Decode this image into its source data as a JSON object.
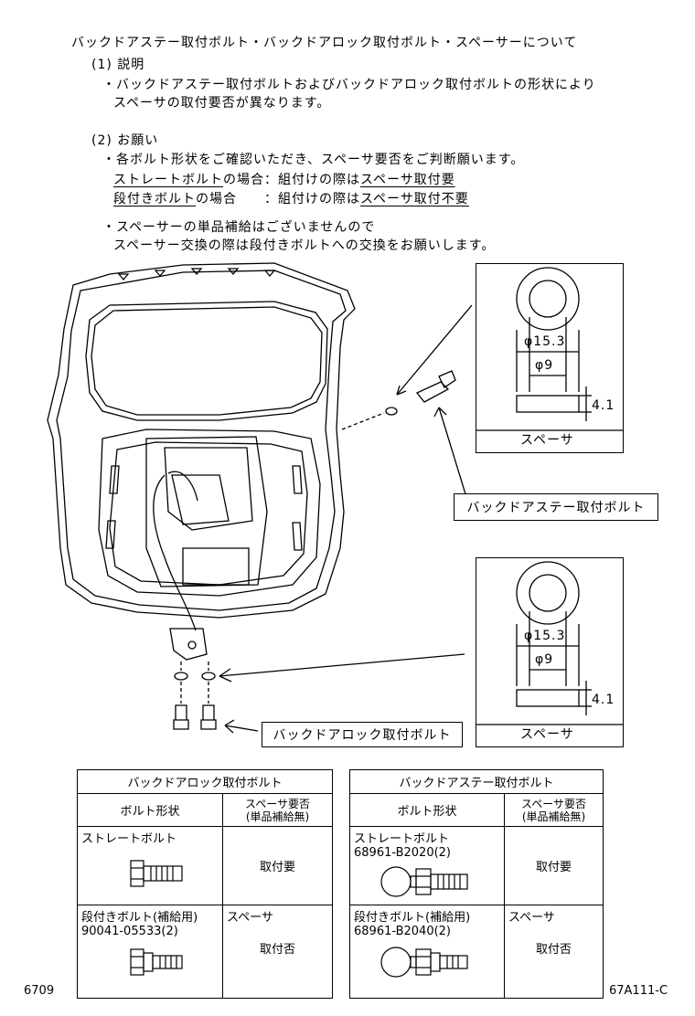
{
  "header": {
    "title": "バックドアステー取付ボルト・バックドアロック取付ボルト・スペーサーについて",
    "sec1_label": "(1) 説明",
    "sec1_line1": "・バックドアステー取付ボルトおよびバックドアロック取付ボルトの形状により",
    "sec1_line2": "スペーサの取付要否が異なります。",
    "sec2_label": "(2) お願い",
    "sec2_line1": "・各ボルト形状をご確認いただき、スペーサ要否をご判断願います。",
    "row1_bolt": "ストレートボルト",
    "row1_case": "の場合：組付けの際は",
    "row1_result": "スペーサ取付要",
    "row2_bolt": "段付きボルト",
    "row2_case": "の場合　　：組付けの際は",
    "row2_result": "スペーサ取付不要",
    "sec2_line2": "・スペーサーの単品補給はございませんので",
    "sec2_line3": "スペーサー交換の際は段付きボルトへの交換をお願いします。"
  },
  "diagram": {
    "stay_bolt_label": "バックドアステー取付ボルト",
    "lock_bolt_label": "バックドアロック取付ボルト",
    "spacer_upper": {
      "outer_dia": "φ15.3",
      "inner_dia": "φ9",
      "thickness": "4.1",
      "caption": "スペーサ"
    },
    "spacer_lower": {
      "outer_dia": "φ15.3",
      "inner_dia": "φ9",
      "thickness": "4.1",
      "caption": "スペーサ"
    }
  },
  "table_lock": {
    "title": "バックドアロック取付ボルト",
    "col1": "ボルト形状",
    "col2a": "スペーサ要否",
    "col2b": "(単品補給無)",
    "row1_name": "ストレートボルト",
    "row1_value": "取付要",
    "row2_name": "段付きボルト(補給用)",
    "row2_part": "90041-05533(2)",
    "row2_spacer": "スペーサ",
    "row2_value": "取付否"
  },
  "table_stay": {
    "title": "バックドアステー取付ボルト",
    "col1": "ボルト形状",
    "col2a": "スペーサ要否",
    "col2b": "(単品補給無)",
    "row1_name": "ストレートボルト",
    "row1_part": "68961-B2020(2)",
    "row1_value": "取付要",
    "row2_name": "段付きボルト(補給用)",
    "row2_part": "68961-B2040(2)",
    "row2_spacer": "スペーサ",
    "row2_value": "取付否"
  },
  "footer": {
    "left_code": "6709",
    "right_code": "67A111-C"
  }
}
